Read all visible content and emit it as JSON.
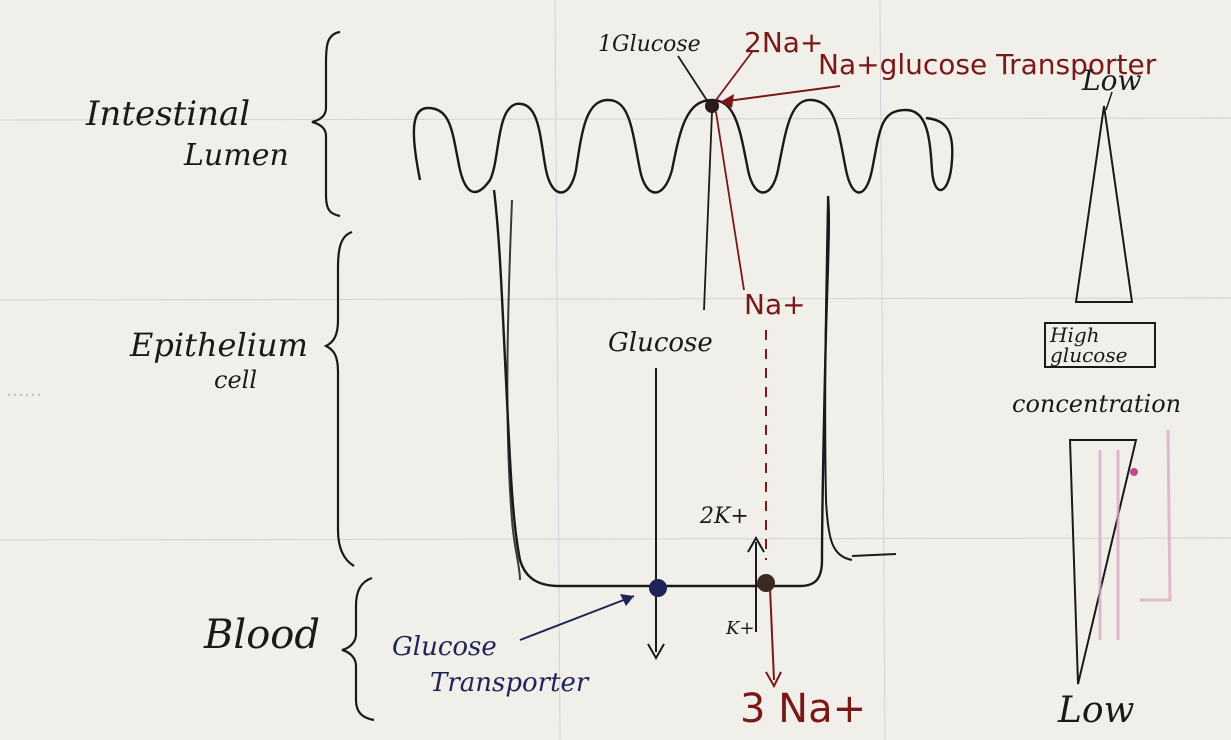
{
  "labels": {
    "intestinal_lumen_1": "Intestinal",
    "intestinal_lumen_2": "Lumen",
    "epithelium_1": "Epithelium",
    "epithelium_2": "cell",
    "blood": "Blood",
    "one_glucose": "1Glucose",
    "two_na": "2Na+",
    "transporter_top": "Na+glucose Transporter",
    "na_plus": "Na+",
    "glucose_mid": "Glucose",
    "two_k": "2K+",
    "k_plus": "K+",
    "three_na": "3 Na+",
    "glucose_transporter_1": "Glucose",
    "glucose_transporter_2": "Transporter"
  },
  "gradient": {
    "top_low": "Low",
    "high_1": "High",
    "high_2": "glucose",
    "concentration": "concentration",
    "bottom_low": "Low"
  },
  "colors": {
    "ink": "#1a1a1a",
    "red_ink": "#7a1818",
    "navy_ink": "#1f2456",
    "paper": "#f1efe9"
  }
}
